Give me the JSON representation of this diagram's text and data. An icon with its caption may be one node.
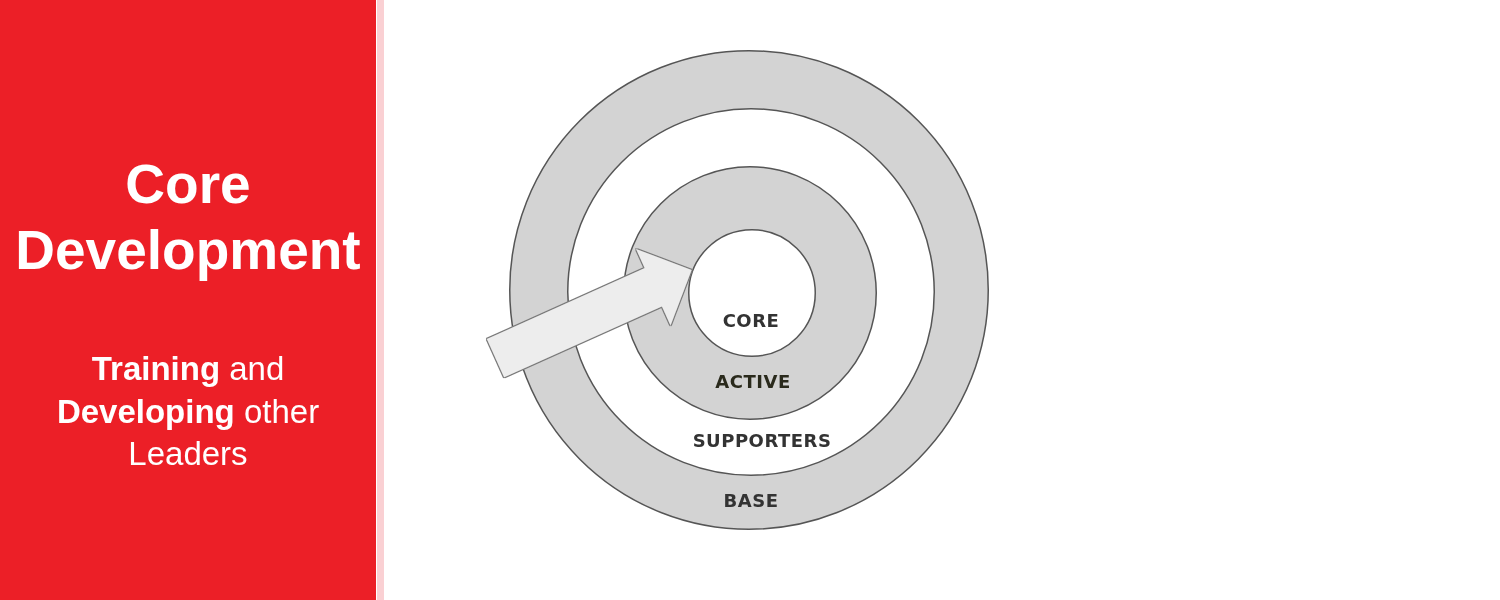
{
  "diagram": {
    "nodes": [
      {
        "text": [
          "Core Development",
          "**Training** and **Developing** other Leaders"
        ]
      },
      {
        "text": [
          "BASE"
        ]
      },
      {
        "text": [
          "SUPPORTERS"
        ],
        "in": 1
      },
      {
        "text": [
          "ACTIVE"
        ],
        "in": 2
      },
      {
        "text": [
          "CORE"
        ],
        "in": 3
      }
    ],
    "edges": [
      {
        "from": null,
        "to": 4,
        "arrow": "to",
        "style": "thick"
      }
    ]
  }
}
